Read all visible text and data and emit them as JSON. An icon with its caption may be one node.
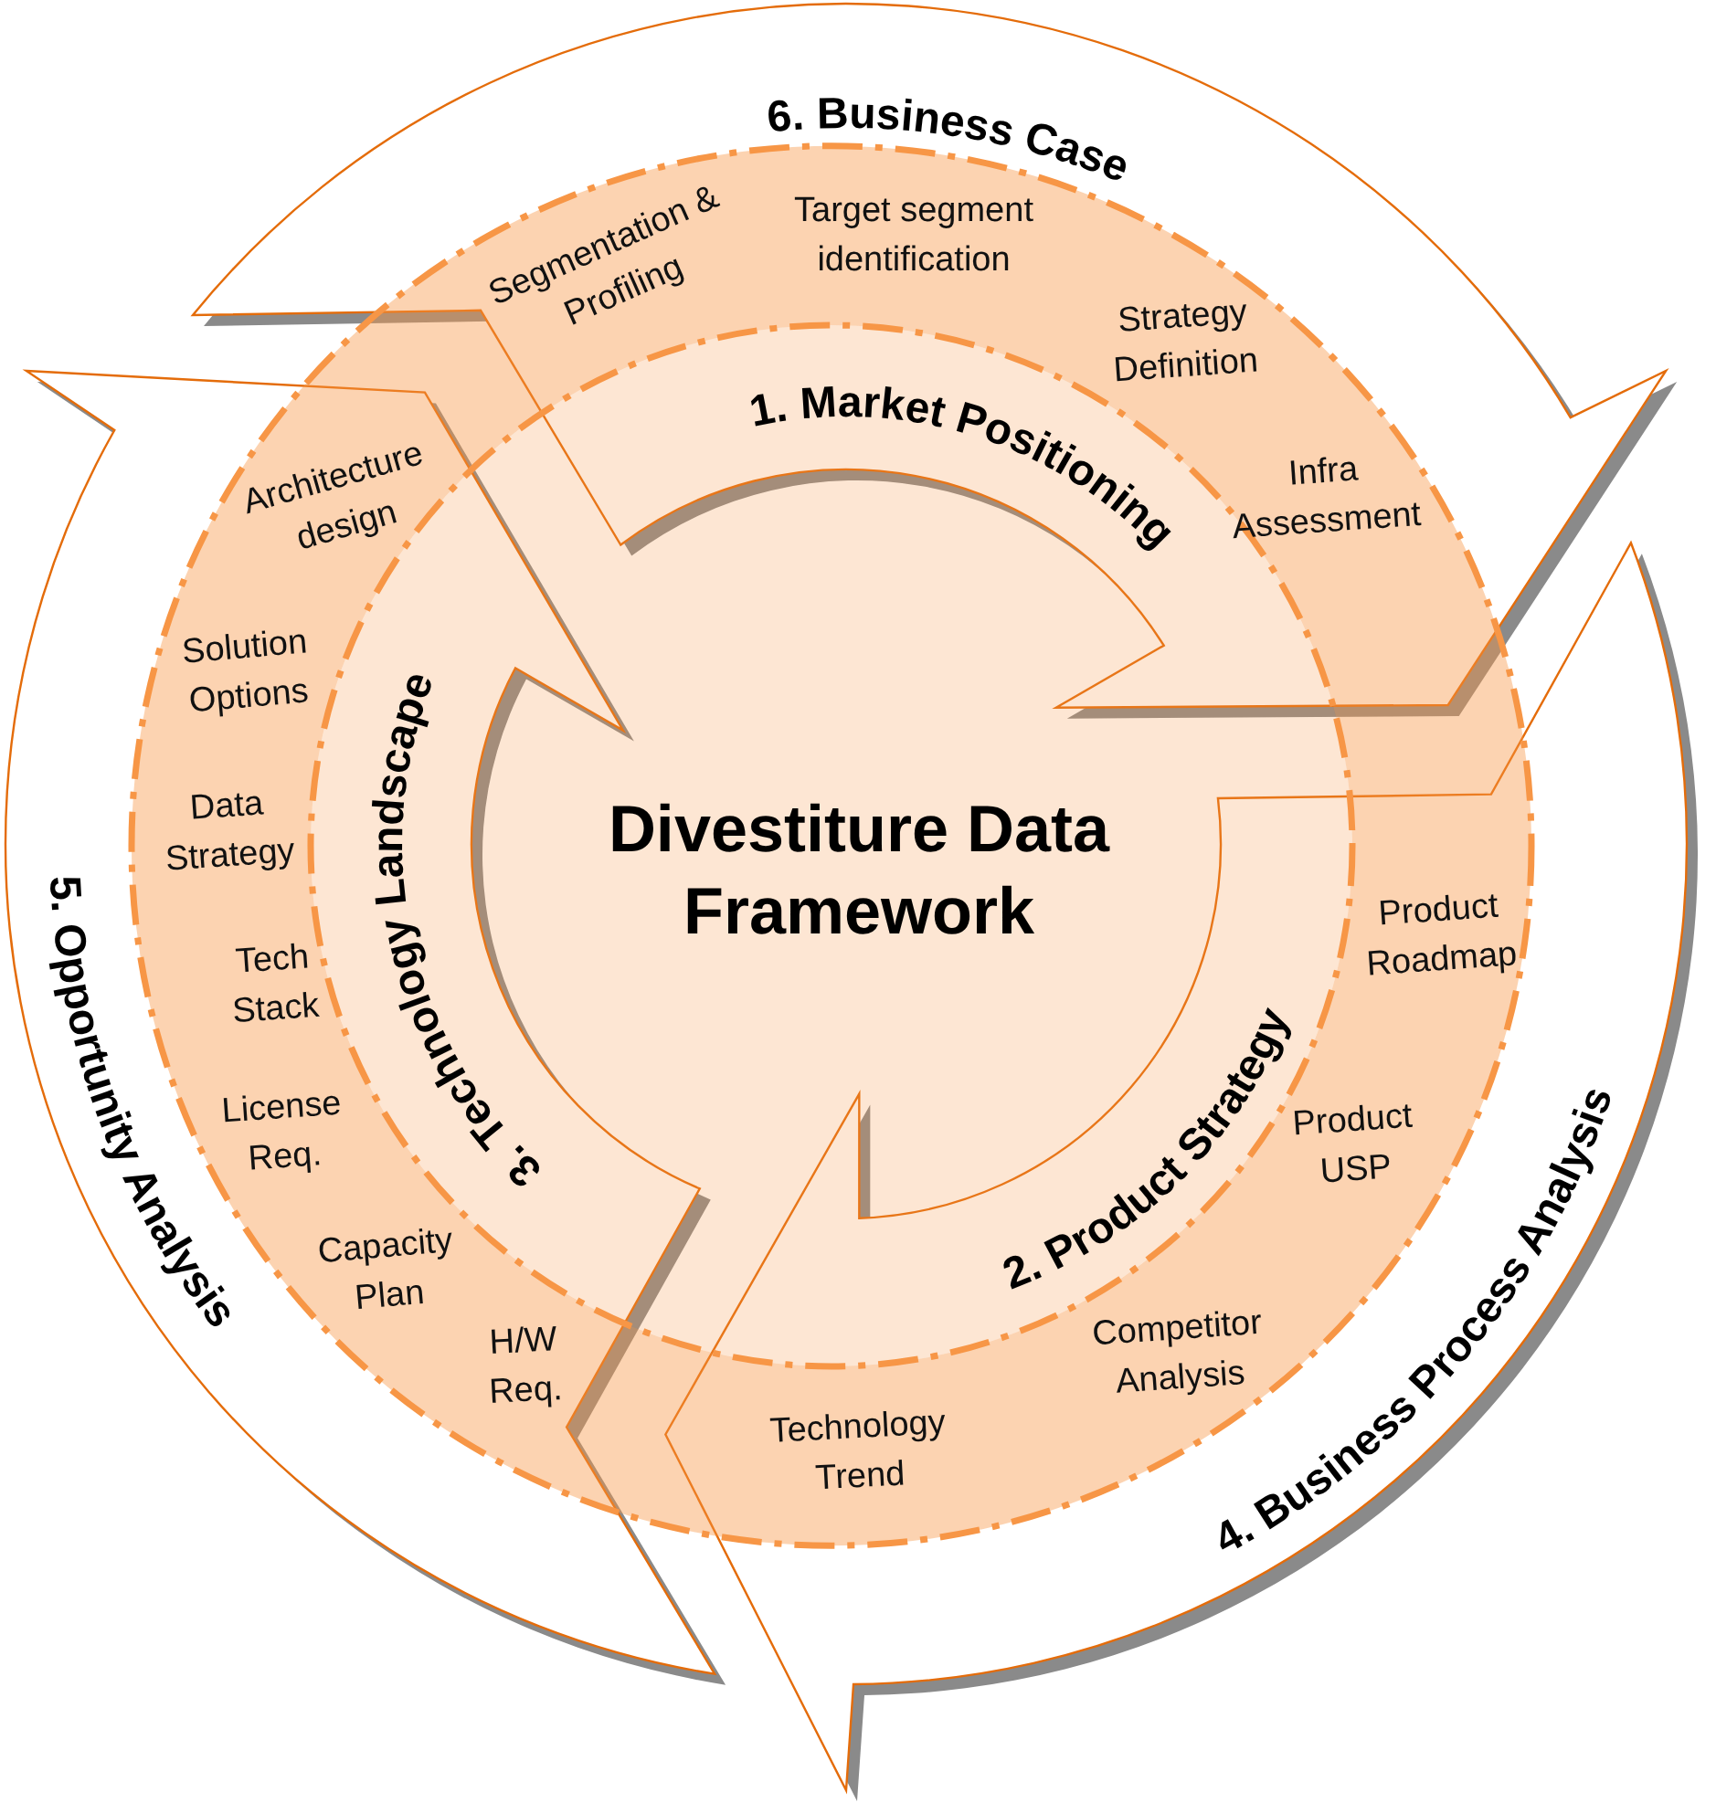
{
  "diagram": {
    "nodes": [
      {
        "text": [],
        "shape": "ring"
      },
      {
        "text": [
          "Divestiture Data Framework",
          "2. Product Strategy"
        ],
        "in": 0
      },
      {
        "text": [
          "6. Business Case",
          "1. Market Positioning"
        ]
      },
      {
        "text": [
          "4. Business Process Analysis"
        ]
      },
      {
        "text": [
          "5. Opportunity Analysis",
          "3. Technology Landscape"
        ]
      }
    ],
    "labels": [
      "Segmentation & Profiling",
      "Target segment identification",
      "Strategy Definition",
      "Infra Assessment",
      "Product Roadmap",
      "Product USP",
      "Competitor Analysis",
      "Technology Trend",
      "H/W Req.",
      "Capacity Plan",
      "License Req.",
      "Tech Stack",
      "Data Strategy",
      "Solution Options",
      "Architecture design"
    ]
  }
}
